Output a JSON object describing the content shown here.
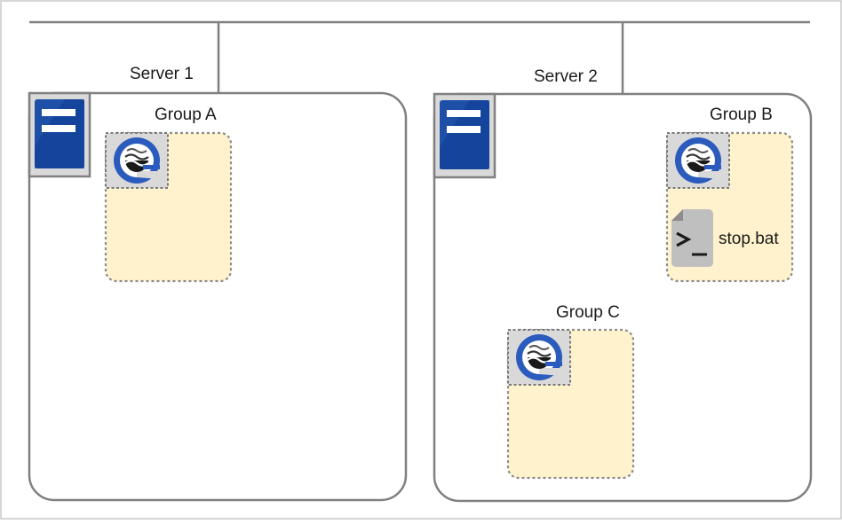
{
  "servers": [
    {
      "label": "Server 1"
    },
    {
      "label": "Server 2"
    }
  ],
  "groups": [
    {
      "label": "Group A"
    },
    {
      "label": "Group B",
      "script_label": "stop.bat"
    },
    {
      "label": "Group C"
    }
  ],
  "colors": {
    "network_line": "#808080",
    "server_border": "#808080",
    "group_fill": "#fff2cc",
    "group_border": "#8c8c8c",
    "server_icon_blue": "#1f50a8",
    "cluster_logo_blue": "#2b5bbd",
    "script_icon_gray": "#bfbfbf"
  },
  "icons": {
    "server": "server-icon",
    "cluster_resource": "cluster-resource-logo-icon",
    "script": "script-file-icon"
  }
}
